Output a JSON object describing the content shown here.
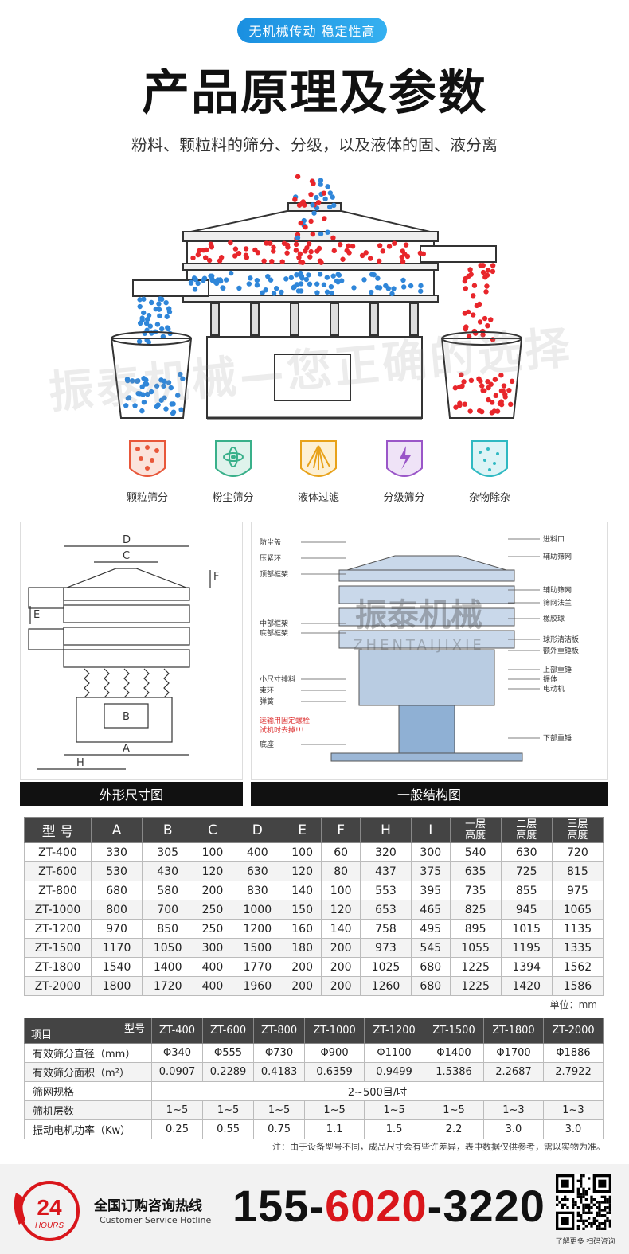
{
  "header": {
    "pill": "无机械传动 稳定性高",
    "title": "产品原理及参数",
    "subtitle": "粉料、颗粒料的筛分、分级，以及液体的固、液分离"
  },
  "watermark_text": "振泰机械—您正确的选择",
  "features": [
    {
      "icon": "granule-icon",
      "label": "颗粒筛分",
      "color": "#e8573a"
    },
    {
      "icon": "dust-icon",
      "label": "粉尘筛分",
      "color": "#39b08a"
    },
    {
      "icon": "liquid-icon",
      "label": "液体过滤",
      "color": "#e8a21a"
    },
    {
      "icon": "grading-icon",
      "label": "分级筛分",
      "color": "#9a56c8"
    },
    {
      "icon": "impurity-icon",
      "label": "杂物除杂",
      "color": "#2fb9c2"
    }
  ],
  "dimension_diagram": {
    "caption": "外形尺寸图",
    "labels": [
      "D",
      "C",
      "F",
      "E",
      "B",
      "A",
      "H"
    ]
  },
  "structure_diagram": {
    "caption": "一般结构图",
    "logo_cn": "振泰机械",
    "logo_en": "ZHENTAIJIXIE",
    "left_labels": [
      "防尘盖",
      "压紧环",
      "顶部框架",
      "中部框架",
      "底部框架",
      "小尺寸排料",
      "束环",
      "弹簧",
      "底座"
    ],
    "warning": [
      "运输用固定螺栓",
      "试机时去掉!!!"
    ],
    "right_labels": [
      "进料口",
      "辅助筛网",
      "辅助筛网",
      "筛网法兰",
      "橡胶球",
      "球形清洁板",
      "额外重锤板",
      "上部重锤",
      "振体",
      "电动机",
      "下部重锤"
    ]
  },
  "dimension_table": {
    "headers": [
      "型 号",
      "A",
      "B",
      "C",
      "D",
      "E",
      "F",
      "H",
      "I",
      "一层\n高度",
      "二层\n高度",
      "三层\n高度"
    ],
    "rows": [
      [
        "ZT-400",
        "330",
        "305",
        "100",
        "400",
        "100",
        "60",
        "320",
        "300",
        "540",
        "630",
        "720"
      ],
      [
        "ZT-600",
        "530",
        "430",
        "120",
        "630",
        "120",
        "80",
        "437",
        "375",
        "635",
        "725",
        "815"
      ],
      [
        "ZT-800",
        "680",
        "580",
        "200",
        "830",
        "140",
        "100",
        "553",
        "395",
        "735",
        "855",
        "975"
      ],
      [
        "ZT-1000",
        "800",
        "700",
        "250",
        "1000",
        "150",
        "120",
        "653",
        "465",
        "825",
        "945",
        "1065"
      ],
      [
        "ZT-1200",
        "970",
        "850",
        "250",
        "1200",
        "160",
        "140",
        "758",
        "495",
        "895",
        "1015",
        "1135"
      ],
      [
        "ZT-1500",
        "1170",
        "1050",
        "300",
        "1500",
        "180",
        "200",
        "973",
        "545",
        "1055",
        "1195",
        "1335"
      ],
      [
        "ZT-1800",
        "1540",
        "1400",
        "400",
        "1770",
        "200",
        "200",
        "1025",
        "680",
        "1225",
        "1394",
        "1562"
      ],
      [
        "ZT-2000",
        "1800",
        "1720",
        "400",
        "1960",
        "200",
        "200",
        "1260",
        "680",
        "1225",
        "1420",
        "1586"
      ]
    ],
    "unit": "单位：mm"
  },
  "spec_table": {
    "corner_top": "型号",
    "corner_bottom": "项目",
    "models": [
      "ZT-400",
      "ZT-600",
      "ZT-800",
      "ZT-1000",
      "ZT-1200",
      "ZT-1500",
      "ZT-1800",
      "ZT-2000"
    ],
    "rows": [
      {
        "label": "有效筛分直径（mm）",
        "values": [
          "Φ340",
          "Φ555",
          "Φ730",
          "Φ900",
          "Φ1100",
          "Φ1400",
          "Φ1700",
          "Φ1886"
        ]
      },
      {
        "label": "有效筛分面积（m²）",
        "values": [
          "0.0907",
          "0.2289",
          "0.4183",
          "0.6359",
          "0.9499",
          "1.5386",
          "2.2687",
          "2.7922"
        ]
      },
      {
        "label": "筛网规格",
        "span_value": "2~500目/吋"
      },
      {
        "label": "筛机层数",
        "values": [
          "1~5",
          "1~5",
          "1~5",
          "1~5",
          "1~5",
          "1~5",
          "1~3",
          "1~3"
        ]
      },
      {
        "label": "振动电机功率（Kw）",
        "values": [
          "0.25",
          "0.55",
          "0.75",
          "1.1",
          "1.5",
          "2.2",
          "3.0",
          "3.0"
        ]
      }
    ],
    "note": "注：由于设备型号不同，成品尺寸会有些许差异，表中数据仅供参考，需以实物为准。"
  },
  "footer": {
    "badge_number": "24",
    "badge_text": "HOURS",
    "hotline_cn": "全国订购咨询热线",
    "hotline_en": "Customer Service Hotline",
    "phone_part1": "155-",
    "phone_part2": "6020",
    "phone_part3": "-3220",
    "qr_caption": "了解更多 扫码咨询"
  },
  "colors": {
    "accent_blue": "#1a8fe0",
    "particle_red": "#e8262b",
    "particle_blue": "#2f86d9",
    "phone_red": "#d9161b",
    "header_dark": "#444444"
  }
}
